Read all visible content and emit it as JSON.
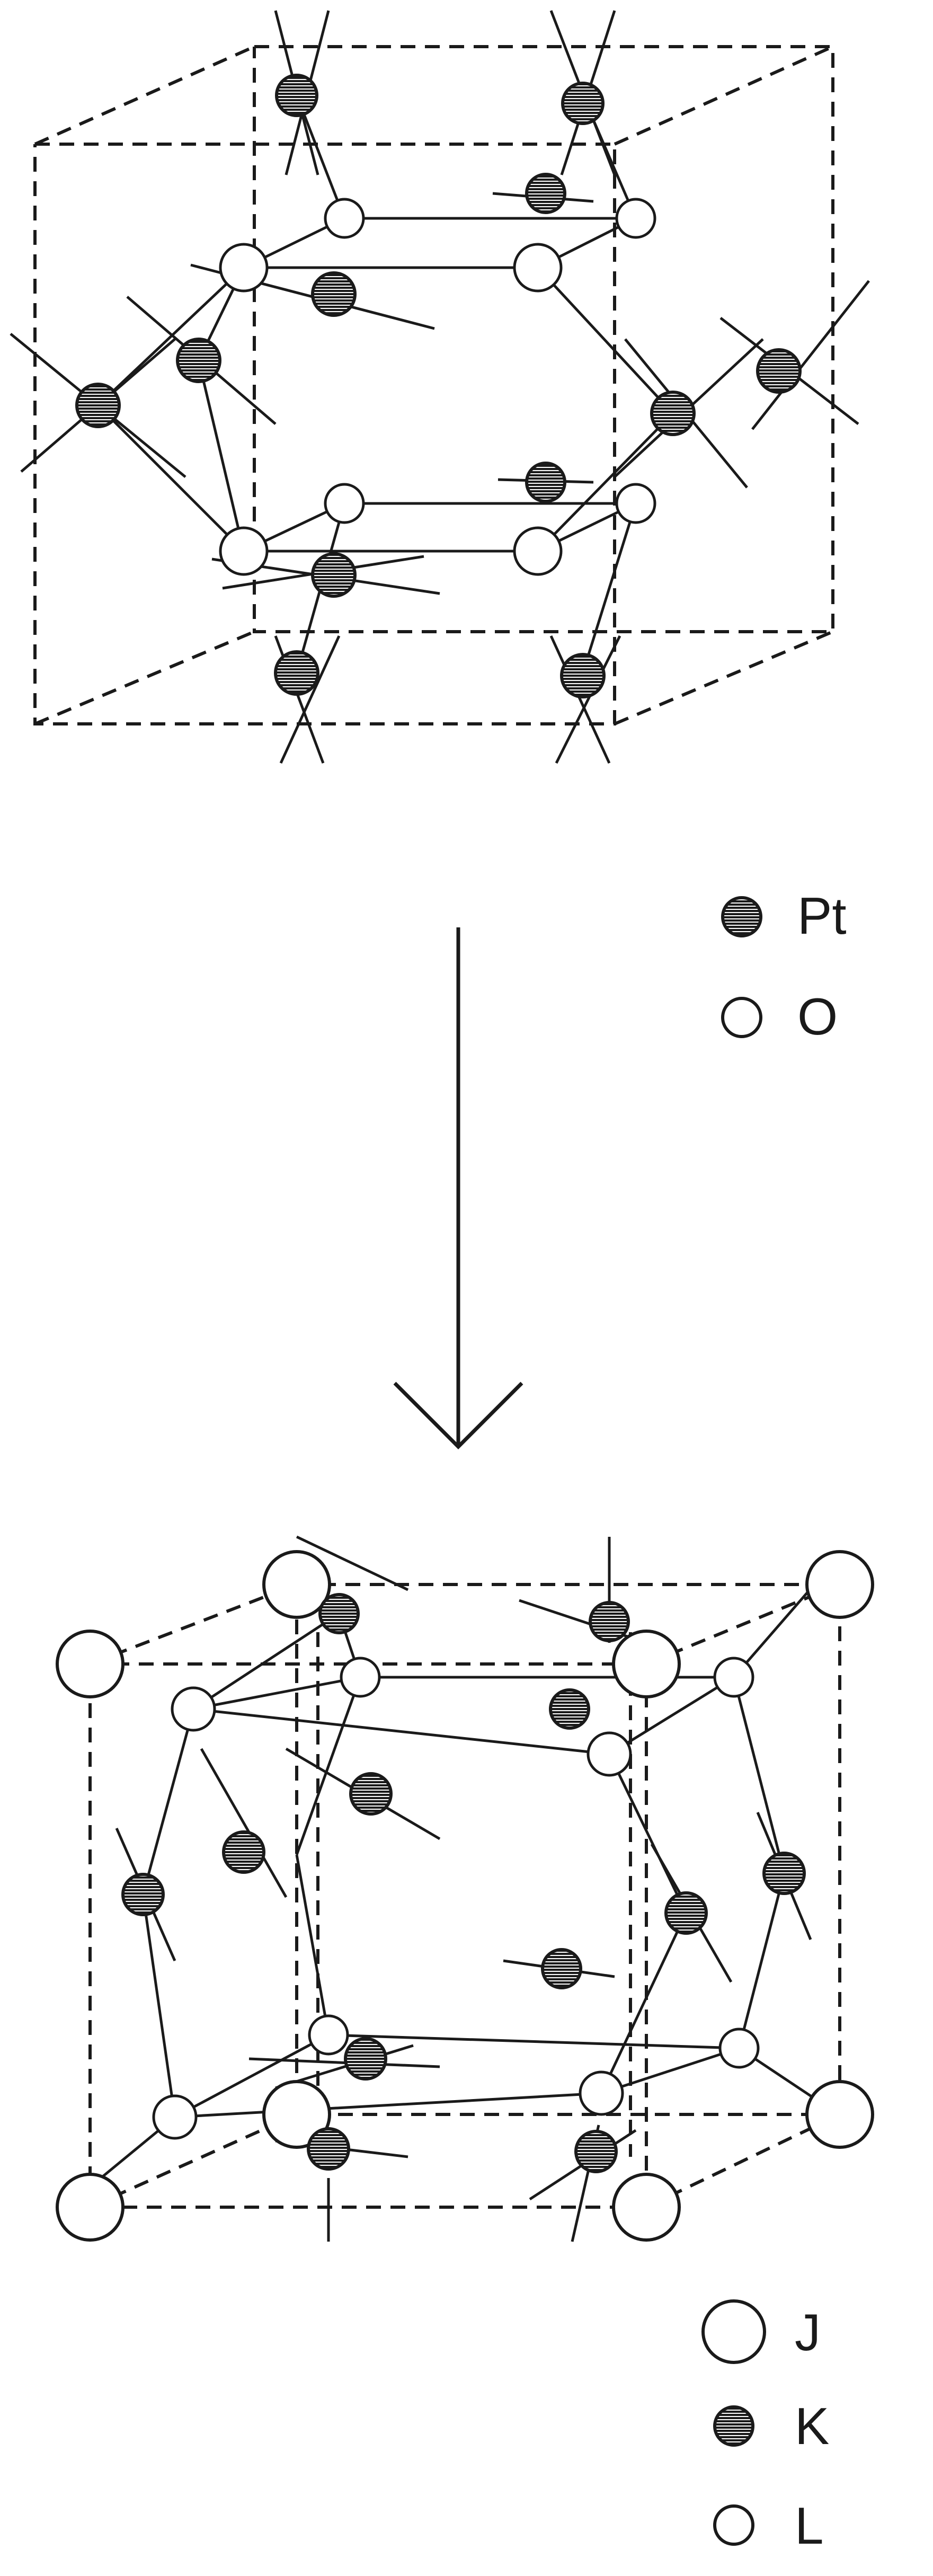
{
  "colors": {
    "ink": "#1a1a1a",
    "atom_fill": "#ffffff",
    "hatch": "#1a1a1a",
    "background": "#ffffff"
  },
  "legend_top": {
    "items": [
      {
        "symbol": "hatched-circle",
        "label": "Pt"
      },
      {
        "symbol": "open-circle",
        "label": "O"
      }
    ]
  },
  "legend_bottom": {
    "items": [
      {
        "symbol": "large-open-circle",
        "label": "J"
      },
      {
        "symbol": "hatched-circle",
        "label": "K"
      },
      {
        "symbol": "open-circle",
        "label": "L"
      }
    ]
  },
  "transition_arrow": {
    "direction": "down"
  }
}
